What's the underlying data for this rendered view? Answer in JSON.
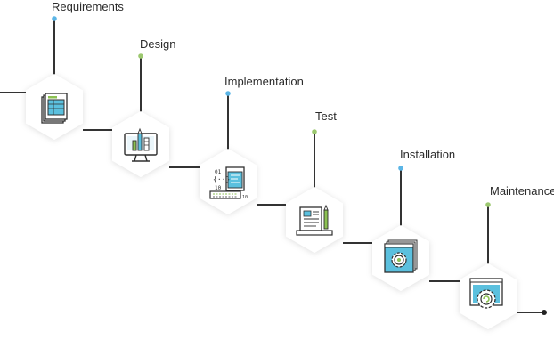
{
  "steps": [
    {
      "label": "Requirements",
      "icon": "document-icon",
      "dot_color": "#5bb5e6"
    },
    {
      "label": "Design",
      "icon": "monitor-design-icon",
      "dot_color": "#9cc86f"
    },
    {
      "label": "Implementation",
      "icon": "code-window-icon",
      "dot_color": "#5bb5e6"
    },
    {
      "label": "Test",
      "icon": "test-document-icon",
      "dot_color": "#9cc86f"
    },
    {
      "label": "Installation",
      "icon": "install-gear-icon",
      "dot_color": "#5bb5e6"
    },
    {
      "label": "Maintenance",
      "icon": "maintenance-gear-icon",
      "dot_color": "#9cc86f"
    }
  ],
  "colors": {
    "line": "#333333",
    "hex_fill": "#ffffff",
    "icon_blue": "#5bc0de",
    "icon_green": "#8cc152",
    "icon_outline": "#2f2f2f"
  }
}
